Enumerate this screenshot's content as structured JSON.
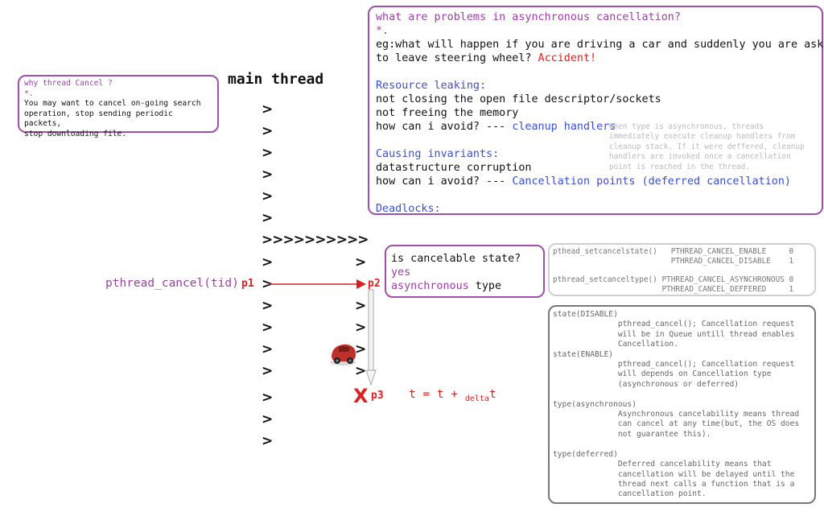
{
  "why_box": {
    "title": "why thread Cancel ?",
    "marker": "*.",
    "lines": [
      "You may want to cancel on-going search",
      "operation, stop sending periodic packets,",
      "stop downloading file."
    ]
  },
  "problems_box": {
    "title": "what are problems in asynchronous cancellation?",
    "marker": "*.",
    "example_q1": "eg:what will happen if you are driving a car and suddenly you are asked",
    "example_q2": "to leave steering wheel? ",
    "example_answer": "Accident!",
    "resource_heading": "Resource leaking:",
    "resource_line1": "not closing the open file descriptor/sockets",
    "resource_line2": "not freeing the memory",
    "resource_avoid_prefix": "how can i avoid? --- ",
    "resource_avoid_answer": "cleanup handlers",
    "cleanup_note": "When type is asynchronous, threads\nimmediately execute cleanup handlers from\ncleanup stack. If it were deffered, cleanup\nhandlers are invoked once a cancellation\npoint is reached in the thread.",
    "invariants_heading": "Causing invariants:",
    "invariants_line1": "datastructure corruption",
    "invariants_avoid_prefix": "how can i avoid? --- ",
    "invariants_avoid_answer": "Cancellation points (deferred cancellation)",
    "deadlocks_heading": "Deadlocks:"
  },
  "main_thread": {
    "title": "main thread",
    "chevron": ">",
    "chevron_row": ">>>>>>>>>>"
  },
  "call": {
    "label": "pthread_cancel(tid)",
    "p1": "p1",
    "p2": "p2",
    "p3": "p3",
    "x_mark": "X",
    "formula_main": "t = t + ",
    "formula_sub": "delta",
    "formula_end": "t"
  },
  "cancel_box": {
    "q_prefix": "is cancelable state? ",
    "q_answer": "yes",
    "type_prefix": "asynchronous",
    "type_suffix": " type"
  },
  "api_box": {
    "text": "pthead_setcancelstate()   PTHREAD_CANCEL_ENABLE     0\n                          PTHREAD_CANCEL_DISABLE    1\n\npthread_setcanceltype() PTHREAD_CANCEL_ASYNCHRONOUS 0\n                        PTHREAD_CANCEL_DEFFERED     1"
  },
  "notes_box": {
    "text": "state(DISABLE)\n              pthread_cancel(); Cancellation request\n              will be in Queue untill thread enables\n              Cancellation.\nstate(ENABLE)\n              pthread_cancel(); Cancellation request\n              will depends on Cancellation type\n              (asynchronous or deferred)\n\ntype(asynchronous)\n              Asynchronous cancelability means thread\n              can cancel at any time(but, the OS does\n              not guarantee this).\n\ntype(deferred)\n              Deferred cancelability means that\n              cancellation will be delayed until the\n              thread next calls a function that is a\n              cancellation point."
  },
  "colors": {
    "purple": "#9b3fa6",
    "blue": "#3a4fd1",
    "red": "#e02020"
  },
  "icons": {
    "car": "car-icon"
  }
}
